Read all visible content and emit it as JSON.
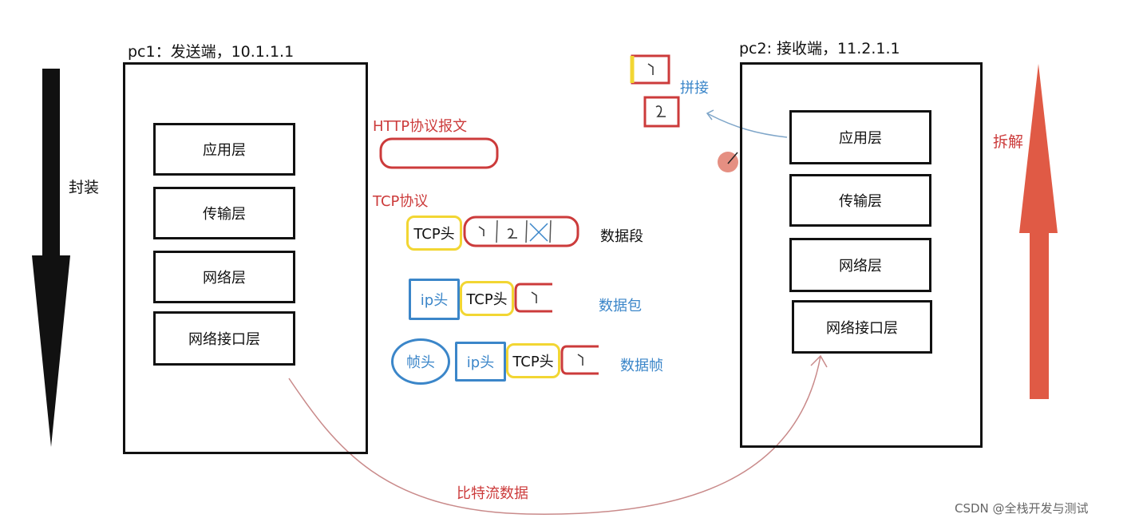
{
  "pc1": {
    "title": "pc1：发送端，10.1.1.1",
    "layers": [
      "应用层",
      "传输层",
      "网络层",
      "网络接口层"
    ]
  },
  "pc2": {
    "title": "pc2: 接收端，11.2.1.1",
    "layers": [
      "应用层",
      "传输层",
      "网络层",
      "网络接口层"
    ]
  },
  "arrows": {
    "encapsulate_label": "封装",
    "decapsulate_label": "拆解"
  },
  "middle": {
    "http_label": "HTTP协议报文",
    "tcp_label": "TCP协议",
    "tcp_head": "TCP头",
    "ip_head": "ip头",
    "frame_head": "帧头",
    "segment_label": "数据段",
    "packet_label": "数据包",
    "frame_label": "数据帧",
    "splice_label": "拼接",
    "bitstream_label": "比特流数据"
  },
  "watermark": "CSDN @全栈开发与测试",
  "colors": {
    "red": "#cc3b3b",
    "blue": "#3b86c9",
    "yellow": "#f2d633",
    "black": "#111111",
    "arrow_red": "#e05a45"
  }
}
